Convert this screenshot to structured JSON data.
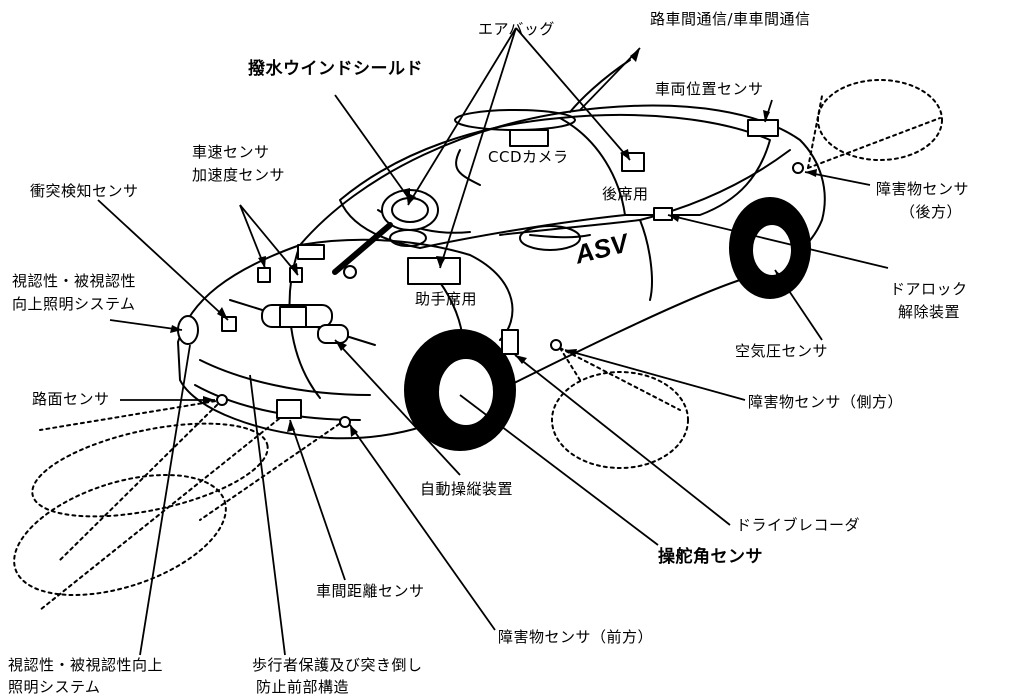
{
  "labels": {
    "road_vehicle_comm": "路車間通信/車車間通信",
    "airbag": "エアバッグ",
    "water_repellent_windshield": "撥水ウインドシールド",
    "vehicle_position_sensor": "車両位置センサ",
    "ccd_camera": "CCDカメラ",
    "rear_seat": "後席用",
    "passenger_seat": "助手席用",
    "vehicle_speed_sensor": "車速センサ",
    "acceleration_sensor": "加速度センサ",
    "collision_detection_sensor": "衝突検知センサ",
    "visibility_lighting_upper_1": "視認性・被視認性",
    "visibility_lighting_upper_2": "向上照明システム",
    "obstacle_sensor_rear_1": "障害物センサ",
    "obstacle_sensor_rear_2": "（後方）",
    "door_lock_release_1": "ドアロック",
    "door_lock_release_2": "解除装置",
    "tire_pressure_sensor": "空気圧センサ",
    "road_surface_sensor": "路面センサ",
    "obstacle_sensor_side": "障害物センサ（側方）",
    "automatic_control_device": "自動操縦装置",
    "drive_recorder": "ドライブレコーダ",
    "steering_angle_sensor": "操舵角センサ",
    "inter_vehicle_distance_sensor": "車間距離センサ",
    "obstacle_sensor_front": "障害物センサ（前方）",
    "visibility_lighting_lower_1": "視認性・被視認性向上",
    "visibility_lighting_lower_2": "照明システム",
    "pedestrian_protection_1": "歩行者保護及び突き倒し",
    "pedestrian_protection_2": "防止前部構造",
    "car_badge": "ASV"
  }
}
